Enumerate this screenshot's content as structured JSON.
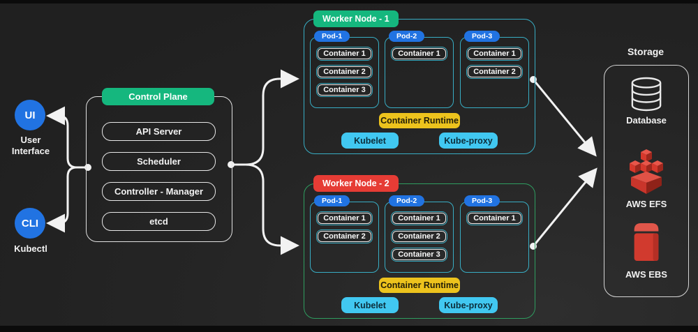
{
  "colors": {
    "background": "#242424",
    "accent_green": "#15b77e",
    "accent_red": "#e63c35",
    "accent_blue": "#2173e2",
    "accent_teal": "#38aec5",
    "node2_border_green": "#2f9e60",
    "accent_yellow": "#edc31d",
    "accent_cyan": "#41c8f1",
    "connector_white": "#f2f2f2",
    "aws_red": "#d6382c"
  },
  "clients": {
    "ui": {
      "abbr": "UI",
      "label_line1": "User",
      "label_line2": "Interface"
    },
    "cli": {
      "abbr": "CLI",
      "label": "Kubectl"
    }
  },
  "control_plane": {
    "title": "Control Plane",
    "components": [
      "API Server",
      "Scheduler",
      "Controller - Manager",
      "etcd"
    ]
  },
  "worker_nodes": [
    {
      "title": "Worker Node - 1",
      "pods": [
        {
          "label": "Pod-1",
          "containers": [
            "Container 1",
            "Container 2",
            "Container 3"
          ]
        },
        {
          "label": "Pod-2",
          "containers": [
            "Container 1"
          ]
        },
        {
          "label": "Pod-3",
          "containers": [
            "Container 1",
            "Container 2"
          ]
        }
      ],
      "runtime": "Container Runtime",
      "kubelet": "Kubelet",
      "kube_proxy": "Kube-proxy"
    },
    {
      "title": "Worker Node - 2",
      "pods": [
        {
          "label": "Pod-1",
          "containers": [
            "Container 1",
            "Container 2"
          ]
        },
        {
          "label": "Pod-2",
          "containers": [
            "Container 1",
            "Container 2",
            "Container 3"
          ]
        },
        {
          "label": "Pod-3",
          "containers": [
            "Container 1"
          ]
        }
      ],
      "runtime": "Container Runtime",
      "kubelet": "Kubelet",
      "kube_proxy": "Kube-proxy"
    }
  ],
  "storage": {
    "title": "Storage",
    "items": [
      {
        "name": "Database",
        "icon": "database-icon"
      },
      {
        "name": "AWS EFS",
        "icon": "aws-efs-icon"
      },
      {
        "name": "AWS EBS",
        "icon": "aws-ebs-icon"
      }
    ]
  }
}
